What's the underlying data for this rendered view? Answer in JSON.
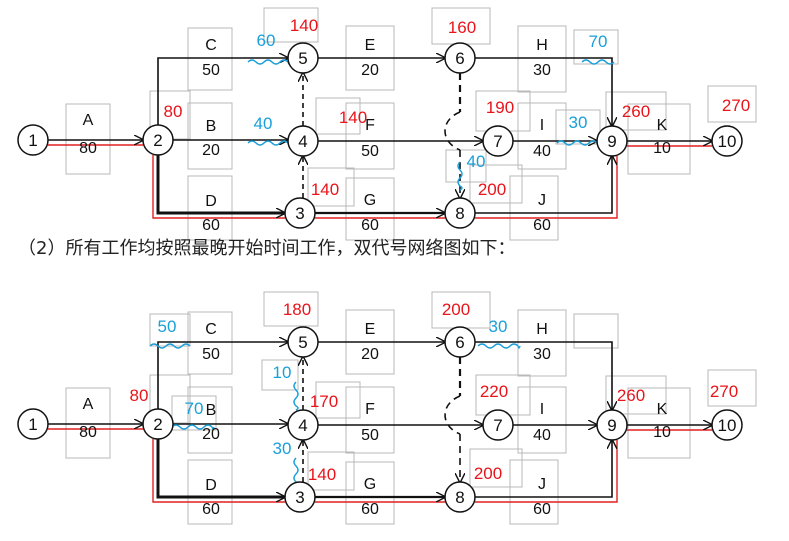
{
  "caption": "（2）所有工作均按照最晚开始时间工作，双代号网络图如下：",
  "colors": {
    "red": "#e8141a",
    "blue": "#1a9fd9",
    "black": "#111111",
    "box": "#b8b8b8",
    "redline": "#e02020"
  },
  "diagrams": [
    {
      "nodes": [
        "1",
        "2",
        "3",
        "4",
        "5",
        "6",
        "7",
        "8",
        "9",
        "10"
      ],
      "activities": [
        {
          "name": "A",
          "duration": "80"
        },
        {
          "name": "B",
          "duration": "20"
        },
        {
          "name": "C",
          "duration": "50"
        },
        {
          "name": "D",
          "duration": "60"
        },
        {
          "name": "E",
          "duration": "20"
        },
        {
          "name": "F",
          "duration": "50"
        },
        {
          "name": "G",
          "duration": "60"
        },
        {
          "name": "H",
          "duration": "30"
        },
        {
          "name": "I",
          "duration": "40"
        },
        {
          "name": "J",
          "duration": "60"
        },
        {
          "name": "K",
          "duration": "10"
        }
      ],
      "red_times": [
        "80",
        "140",
        "140",
        "140",
        "160",
        "190",
        "200",
        "260",
        "270"
      ],
      "blue_floats": [
        "60",
        "40",
        "40",
        "30",
        "70"
      ]
    },
    {
      "nodes": [
        "1",
        "2",
        "3",
        "4",
        "5",
        "6",
        "7",
        "8",
        "9",
        "10"
      ],
      "activities": [
        {
          "name": "A",
          "duration": "80"
        },
        {
          "name": "B",
          "duration": "20"
        },
        {
          "name": "C",
          "duration": "50"
        },
        {
          "name": "D",
          "duration": "60"
        },
        {
          "name": "E",
          "duration": "20"
        },
        {
          "name": "F",
          "duration": "50"
        },
        {
          "name": "G",
          "duration": "60"
        },
        {
          "name": "H",
          "duration": "30"
        },
        {
          "name": "I",
          "duration": "40"
        },
        {
          "name": "J",
          "duration": "60"
        },
        {
          "name": "K",
          "duration": "10"
        }
      ],
      "red_times": [
        "80",
        "170",
        "140",
        "180",
        "200",
        "220",
        "200",
        "260",
        "270"
      ],
      "blue_floats": [
        "50",
        "70",
        "10",
        "30",
        "30"
      ]
    }
  ]
}
